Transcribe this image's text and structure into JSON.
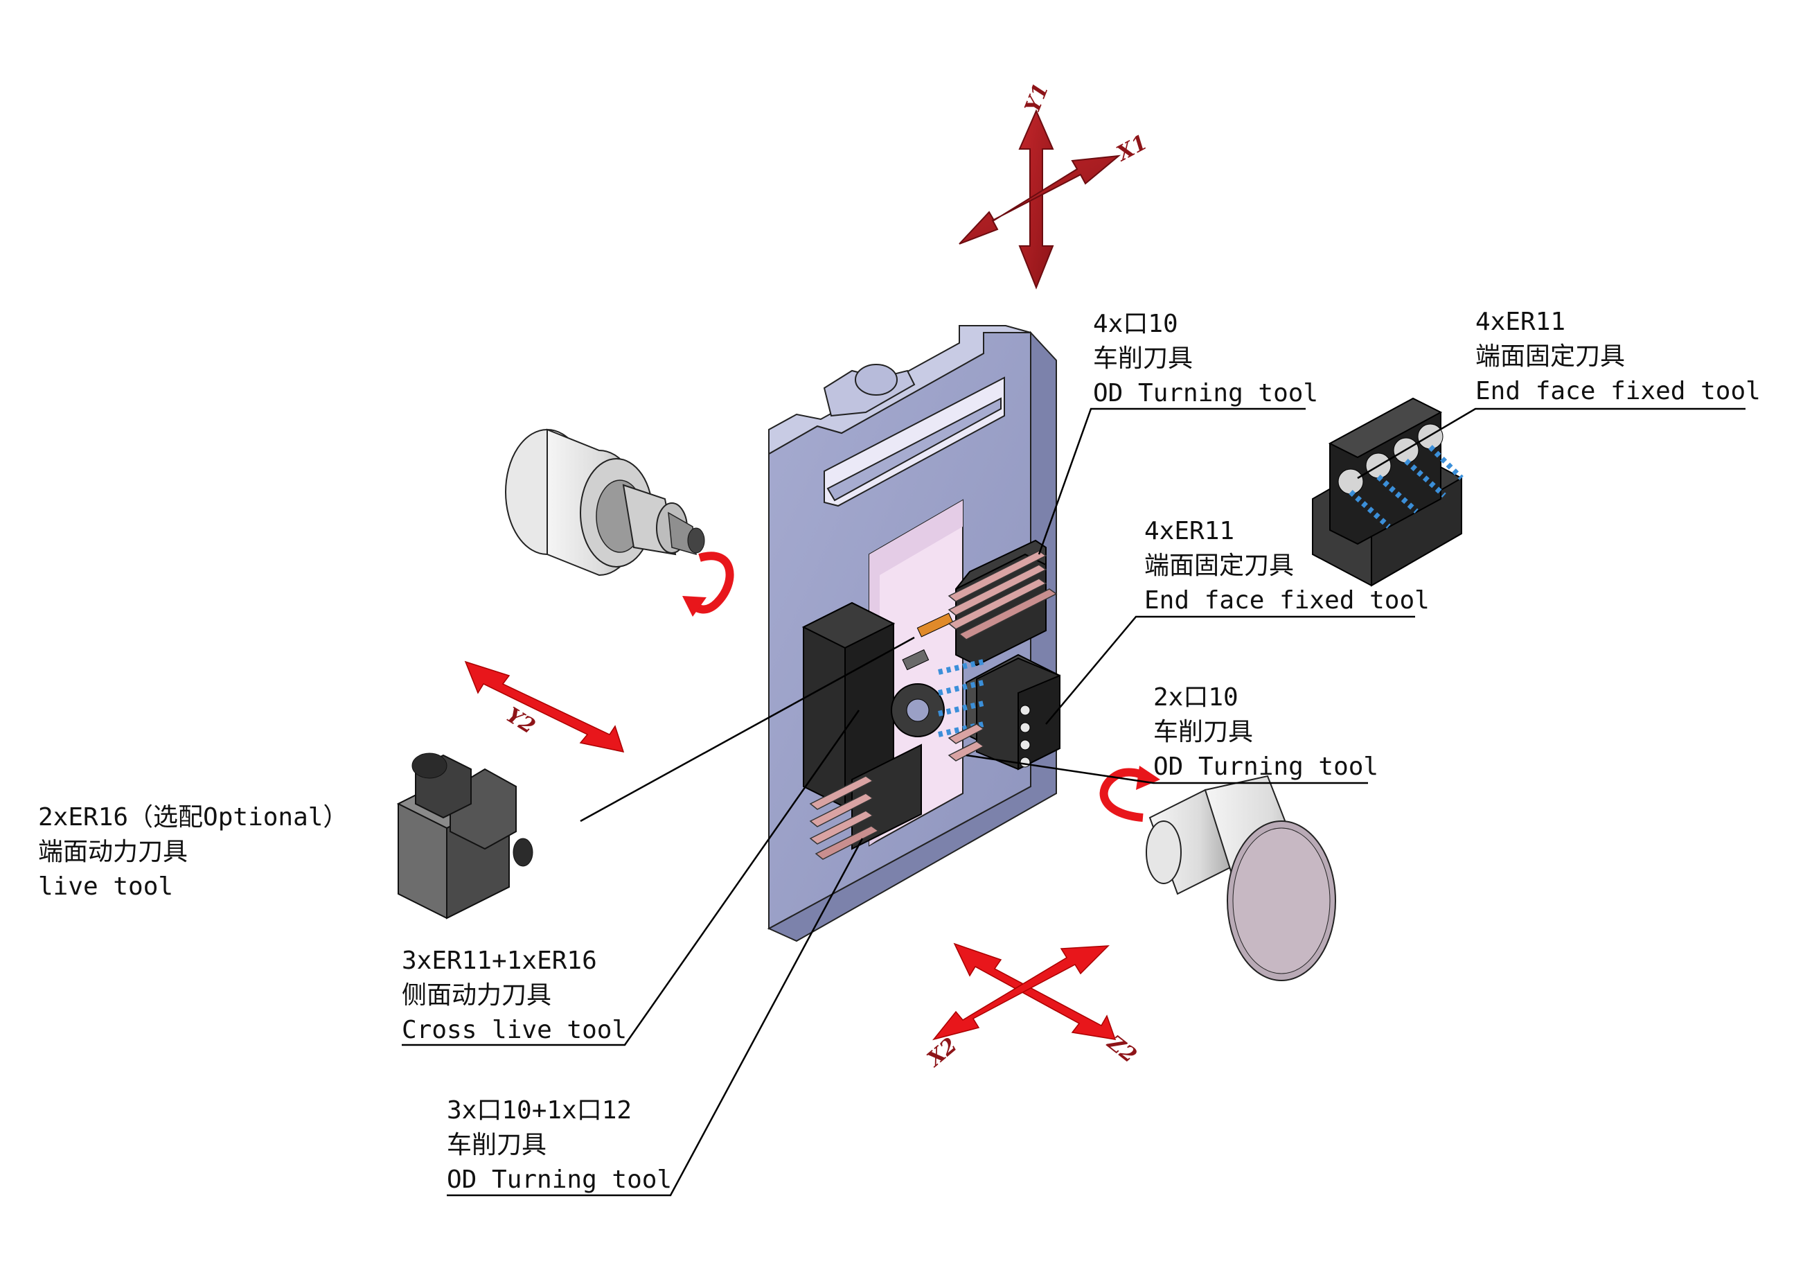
{
  "axes": {
    "top": {
      "y": "Y1",
      "x": "X1"
    },
    "left": {
      "y": "Y2"
    },
    "bottom": {
      "x": "X2",
      "z": "Z2"
    }
  },
  "callouts": [
    {
      "id": "turning-top",
      "count": "4x口10",
      "zh": "车削刀具",
      "en": "OD Turning tool"
    },
    {
      "id": "endface-right",
      "count": "4xER11",
      "zh": "端面固定刀具",
      "en": "End face fixed tool"
    },
    {
      "id": "endface-mid",
      "count": "4xER11",
      "zh": "端面固定刀具",
      "en": "End face fixed tool"
    },
    {
      "id": "turning-mid",
      "count": "2x口10",
      "zh": "车削刀具",
      "en": "OD Turning tool"
    },
    {
      "id": "live-left",
      "count": "2xER16（选配Optional）",
      "zh": "端面动力刀具",
      "en": "live tool"
    },
    {
      "id": "cross-live",
      "count": "3xER11+1xER16",
      "zh": "侧面动力刀具",
      "en": "Cross live tool"
    },
    {
      "id": "turning-bottom",
      "count": "3x口10+1x口12",
      "zh": "车削刀具",
      "en": "OD Turning tool"
    }
  ],
  "colors": {
    "plate": "#9aa0c6",
    "plateDark": "#6e7398",
    "slot": "#f1dff0",
    "axisArrowDark": "#b01f24",
    "axisArrowBright": "#e8161b",
    "block": "#2f2f2f",
    "blockLight": "#5a5a5a",
    "holderPink": "#d9a3a3"
  }
}
